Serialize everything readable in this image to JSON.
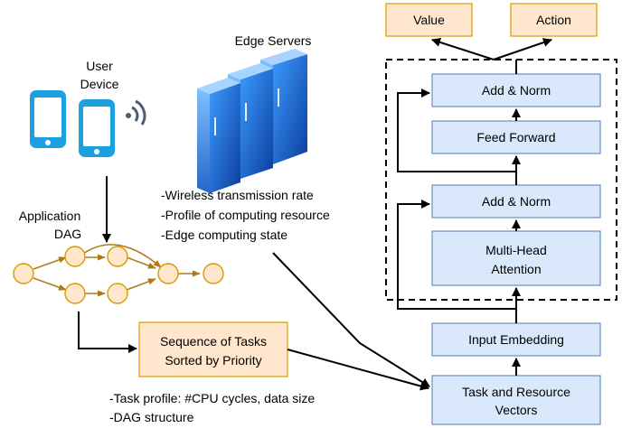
{
  "labels": {
    "edge_servers": "Edge Servers",
    "user_device": [
      "User",
      "Device"
    ],
    "application_dag": [
      "Application",
      "DAG"
    ],
    "server_info": [
      "-Wireless transmission rate",
      "-Profile of computing resource",
      "-Edge computing state"
    ],
    "task_info": [
      "-Task profile: #CPU cycles, data size",
      "-DAG structure"
    ]
  },
  "boxes": {
    "value": "Value",
    "action": "Action",
    "add_norm_top": "Add & Norm",
    "feed_forward": "Feed Forward",
    "add_norm_mid": "Add & Norm",
    "multi_head": [
      "Multi-Head",
      "Attention"
    ],
    "input_embedding": "Input Embedding",
    "task_resource": [
      "Task and Resource",
      "Vectors"
    ],
    "sequence": [
      "Sequence of Tasks",
      "Sorted by Priority"
    ]
  },
  "colors": {
    "blue_fill": "#dae8fc",
    "blue_stroke": "#6c8ebf",
    "orange_fill": "#ffe6cc",
    "orange_stroke": "#d79b00",
    "device_blue": "#1ba1e2",
    "server_blue": "#1e64c8"
  },
  "icons": {
    "user_device": "smartphone-icon",
    "wireless": "wifi-signal-icon",
    "edge_servers": "server-rack-icon"
  }
}
